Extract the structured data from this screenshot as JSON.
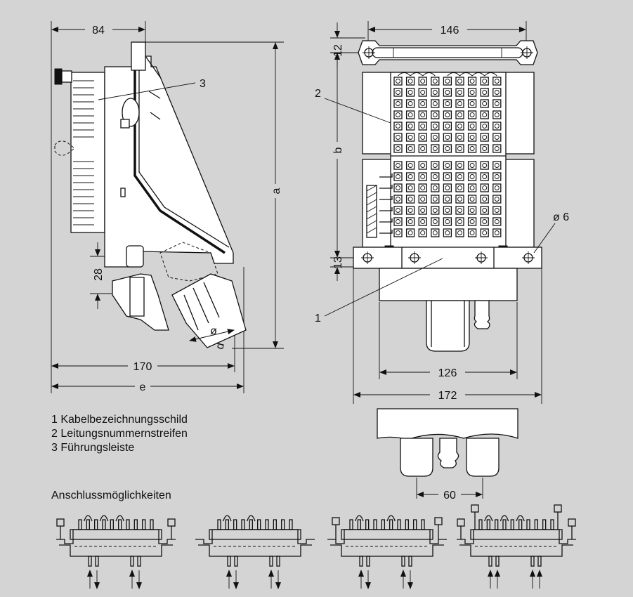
{
  "dimensions": {
    "side_width_top": "84",
    "side_width_bottom": "170",
    "side_total_width": "e",
    "side_height": "a",
    "side_offset": "28",
    "diameter_symbol": "ø",
    "diameter_label": "d",
    "front_width_top": "146",
    "front_top_margin": "12",
    "front_height": "b",
    "front_bottom_margin": "13",
    "hole_diameter": "ø 6",
    "front_inner_width": "126",
    "front_total_width": "172",
    "plug_spacing": "60"
  },
  "callouts": {
    "c1": "1",
    "c2": "2",
    "c3": "3"
  },
  "legend": [
    "1 Kabelbezeichnungsschild",
    "2 Leitungsnummernstreifen",
    "3 Führungsleiste"
  ],
  "connection_title": "Anschlussmöglichkeiten",
  "colors": {
    "background": "#d4d4d4",
    "line": "#111111",
    "fill": "#ffffff"
  }
}
